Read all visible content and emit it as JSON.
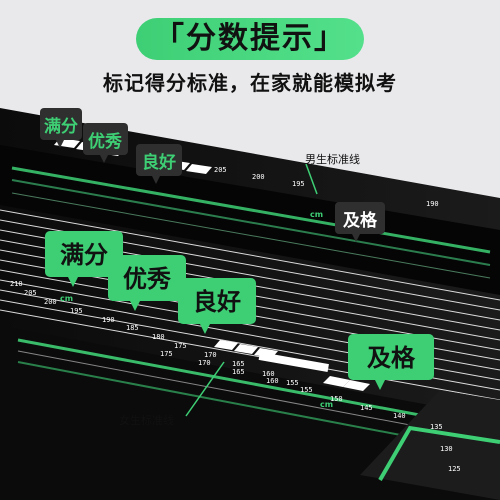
{
  "header": {
    "title": "分数提示",
    "title_left_bracket": "「",
    "title_right_bracket": "」",
    "subtitle": "标记得分标准，在家就能模拟考"
  },
  "labels": {
    "full_score": "满分",
    "excellent": "优秀",
    "good": "良好",
    "pass": "及格"
  },
  "callouts": {
    "male_line": "男生标准线",
    "female_line": "女生标准线"
  },
  "ruler_numbers": {
    "top": [
      "205",
      "200",
      "195",
      "190"
    ],
    "left": [
      "210",
      "205",
      "200",
      "195",
      "190",
      "185",
      "180",
      "175",
      "170",
      "165",
      "160",
      "155"
    ],
    "right": [
      "175",
      "170",
      "165",
      "160",
      "155",
      "150",
      "145",
      "140",
      "135",
      "130",
      "125"
    ],
    "unit": "cm"
  },
  "colors": {
    "accent": "#3ecf75",
    "mat": "#111111",
    "bubble_light": "#2f2f2f"
  }
}
